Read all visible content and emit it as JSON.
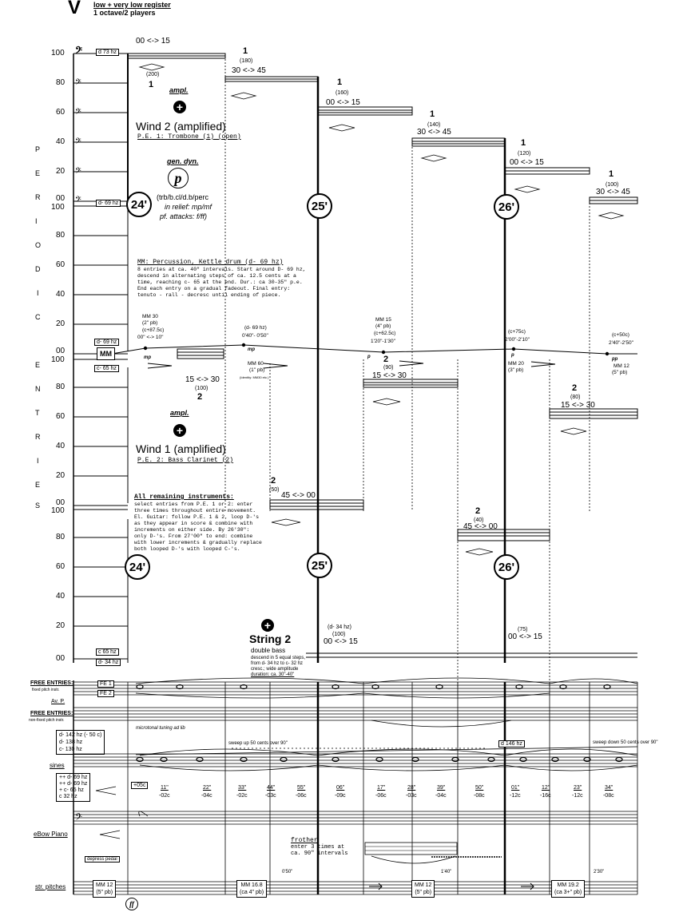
{
  "header": {
    "section": "V",
    "line1": "low + very low register",
    "line2": "1 octave/2 players"
  },
  "side_label": [
    "P",
    "E",
    "R",
    "I",
    "O",
    "D",
    "I",
    "C",
    "E",
    "N",
    "T",
    "R",
    "I",
    "E",
    "S"
  ],
  "y_ticks": {
    "staff1": [
      "100",
      "80",
      "60",
      "40",
      "20",
      "00"
    ],
    "staff2": [
      "100",
      "80",
      "60",
      "40",
      "20",
      "00"
    ],
    "staff3": [
      "100",
      "80",
      "60",
      "40",
      "20",
      "00"
    ],
    "staff4": [
      "100",
      "80",
      "60",
      "40",
      "20",
      "00"
    ]
  },
  "time_marks": [
    "24'",
    "25'",
    "26'"
  ],
  "wind2": {
    "title": "Wind 2 (amplified)",
    "sub": "P.E. 1: Trombone (1) (open)",
    "ampl": "ampl.",
    "gen_dyn": "gen. dyn.",
    "dyn": "p",
    "relief1": "(trb/b.cl/d.b/perc",
    "relief2": "in relief: mp/mf",
    "relief3": "pf. attacks: f/ff)",
    "pitch_box": "d 73 hz",
    "pitch_box2": "d- 69 hz",
    "entries": [
      {
        "num": "1",
        "count": "(200)",
        "range": "00 <-> 15"
      },
      {
        "num": "1",
        "count": "(180)",
        "range": "30 <-> 45"
      },
      {
        "num": "1",
        "count": "(160)",
        "range": "00 <-> 15"
      },
      {
        "num": "1",
        "count": "(140)",
        "range": "30 <-> 45"
      },
      {
        "num": "1",
        "count": "(120)",
        "range": "00 <-> 15"
      },
      {
        "num": "1",
        "count": "(100)",
        "range": "30 <-> 45"
      }
    ]
  },
  "percussion": {
    "title": "MM: Percussion, Kettle drum (d- 69 hz)",
    "lines": [
      "8 entries at ca. 40\" intervals. Start around D- 69 hz,",
      "descend in alternating steps of ca. 12.5 cents at a",
      "time, reaching c- 65 at the end. Dur.: ca 30-35\" p.e.",
      "End each entry on a gradual fadeout. Final entry:",
      "tenuto - rall - decresc until ending of piece."
    ],
    "mm_box": "MM",
    "box_top": "d- 69 hz",
    "box_bot": "c- 65 hz",
    "marks": [
      {
        "mm": "MM 30",
        "pb": "(2\" pb)",
        "cents": "(c+87.5c)",
        "time": "00\" <-> 10\"",
        "dyn": "mp"
      },
      {
        "mm": "MM 60",
        "pb": "(1\" pb)",
        "cents": "(d- 69 hz)",
        "time": "0'40\"- 0'50\"",
        "dyn": "mp"
      },
      {
        "mm": "MM 15",
        "pb": "(4\" pb)",
        "cents": "(c+62.5c)",
        "time": "1'20\"-1'30\"",
        "dyn": "p"
      },
      {
        "mm": "MM 20",
        "pb": "(3\" pb)",
        "cents": "(c+75c)",
        "time": "2'00\"-2'10\"",
        "dyn": "p"
      },
      {
        "mm": "MM 12",
        "pb": "(5\" pb)",
        "cents": "(c+50c)",
        "time": "2'40\"-2'50\"",
        "dyn": "pp"
      }
    ],
    "tiny": "(Identity: MM30 etc.)"
  },
  "wind1": {
    "title": "Wind 1 (amplified)",
    "sub": "P.E. 2: Bass Clarinet (2)",
    "ampl": "ampl.",
    "entries": [
      {
        "num": "2",
        "count": "(100)",
        "range": "15 <-> 30"
      },
      {
        "num": "2",
        "count": "(90)",
        "range": "15 <-> 30"
      },
      {
        "num": "2",
        "count": "(80)",
        "range": "15 <-> 30"
      },
      {
        "num": "2",
        "count": "(50)",
        "range": "45 <-> 00"
      },
      {
        "num": "2",
        "count": "(40)",
        "range": "45 <-> 00"
      }
    ]
  },
  "remaining": {
    "title": "All remaining instruments:",
    "lines": [
      "select entries from P.E. 1 or 2: enter",
      "three times throughout entire movement.",
      "El. Guitar: follow P.E. 1 & 2, loop D-'s",
      "as they appear in score & combine with",
      "increments on either side. By 26'30\":",
      "only D-'s. From 27'00\" to end: combine",
      "with lower increments & gradually replace",
      "both looped D-'s with looped C-'s."
    ]
  },
  "string2": {
    "title": "String 2",
    "sub": "double bass",
    "lines": [
      "descend in 5 equal steps,",
      "from d- 34 hz to c- 32 hz",
      "cresc.; wide amplitude",
      "duration: ca. 30\"-40\""
    ],
    "box1": "c 65 hz",
    "box2": "d- 34 hz",
    "e1_pitch": "(d- 34 hz)",
    "e1_count": "(100)",
    "e1_range": "00 <-> 15",
    "e2_count": "(75)",
    "e2_range": "00 <-> 15"
  },
  "free": {
    "l1": "FREE ENTRIES:",
    "l1s": "fixed pitch instr.",
    "avp": "Av. P.",
    "l2": "FREE ENTRIES:",
    "l2s": "non-fixed pitch instr.",
    "fe1": "FE 1",
    "fe2": "FE 2",
    "note": "microtonal tuning ad lib"
  },
  "sines": {
    "label": "sines",
    "boxA": [
      "d- 142 hz (- 50 c)",
      "d- 138 hz",
      "c- 130 hz"
    ],
    "boxB": [
      "++ d- 69 hz",
      "++ d- 69 hz",
      "+ c- 65 hz",
      "c 32 hz"
    ],
    "box_c": "+05c",
    "box_d": "d 146 hz",
    "sweep_up": "sweep up 50 cents over 90\"",
    "sweep_down": "sweep down 50 cents over 90\"",
    "times": [
      "11\"",
      "22\"",
      "33\"",
      "44\"",
      "55\"",
      "06\"",
      "17\"",
      "28\"",
      "39\"",
      "50\"",
      "01\"",
      "12\"",
      "23\"",
      "34\""
    ],
    "cents": [
      "-02c",
      "-04c",
      "-02c",
      "-03c",
      "-06c",
      "-09c",
      "-06c",
      "-03c",
      "-04c",
      "-08c",
      "-12c",
      "-16c",
      "-12c",
      "-08c"
    ]
  },
  "ebow": {
    "label": "eBow Piano",
    "pedal": "depress pedal",
    "frother": "frother",
    "f1": "enter 3 times at",
    "f2": "ca. 90\" intervals"
  },
  "str_pitches": {
    "label": "str. pitches",
    "ff": "ff",
    "boxes": [
      {
        "mm": "MM 12",
        "pb": "(5\" pb)"
      },
      {
        "mm": "MM 16.8",
        "pb": "(ca 4\" pb)"
      },
      {
        "mm": "MM 12",
        "pb": "(5\" pb)"
      },
      {
        "mm": "MM 19.2",
        "pb": "(ca 3+\" pb)"
      }
    ],
    "times": [
      "0'50\"",
      "1'40\"",
      "2'30\""
    ]
  }
}
